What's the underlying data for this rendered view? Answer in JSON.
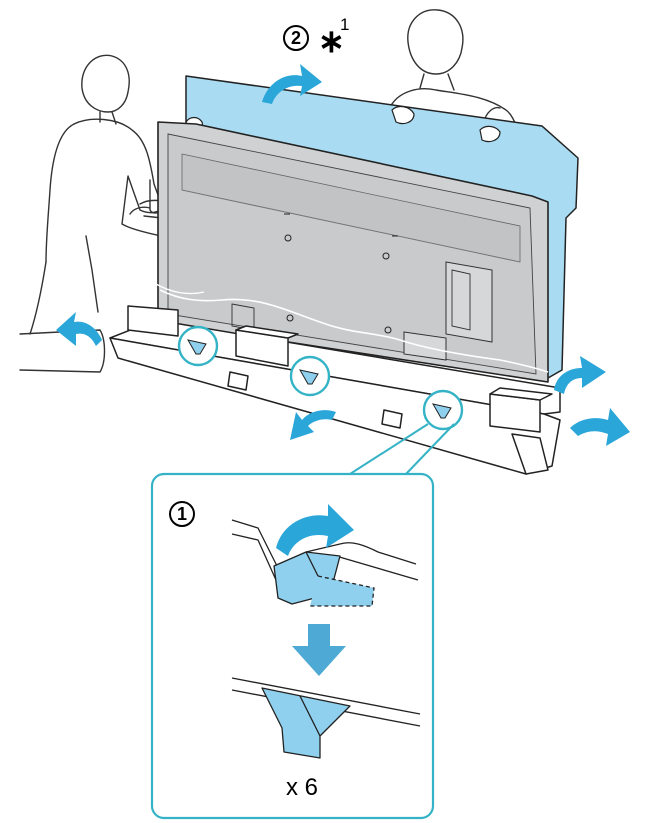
{
  "step_one": {
    "number": "1"
  },
  "step_two": {
    "number": "2",
    "note_symbol": "∗",
    "note_ref": "1"
  },
  "inset": {
    "quantity": "x 6"
  },
  "colors": {
    "accent_arrow": "#2aa6d9",
    "cover_fill": "#a9dcf2",
    "frame_teal": "#35b3c6",
    "tab_fill": "#8fd0ee",
    "down_arrow": "#4ea9d4",
    "tv_back": "#cfd1d3",
    "line": "#222222"
  },
  "icons": [
    "curved-arrow-icon",
    "down-arrow-icon",
    "step-number-circle-icon",
    "asterisk-icon"
  ]
}
